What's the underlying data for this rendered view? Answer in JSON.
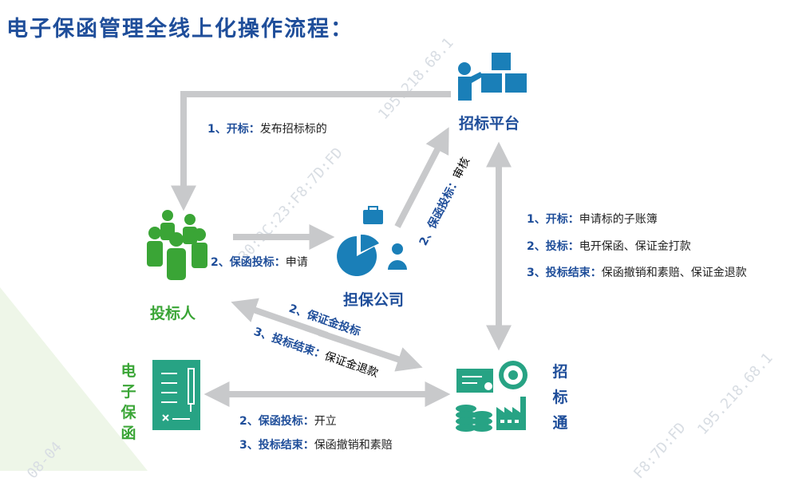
{
  "title": "电子保函管理全线上化操作流程：",
  "watermark": {
    "text_full": "195.218.68.1",
    "text_mac": "30:9C:23:F8:7D:FD",
    "text_date": "08-04",
    "text_mac_end": "F8:7D:FD"
  },
  "nodes": {
    "platform": "招标平台",
    "bidder": "投标人",
    "guarantor": "担保公司",
    "guarantee": [
      "电",
      "子",
      "保",
      "函"
    ],
    "zbt": [
      "招",
      "标",
      "通"
    ]
  },
  "labels": {
    "open_bid": {
      "head": "1、开标：",
      "text": "发布招标标的"
    },
    "bidder_guarantee": {
      "head": "2、保函投标：",
      "text": "申请"
    },
    "guarantor_review": {
      "head": "2、保函投标：",
      "text": "审核"
    },
    "deposit_bid": {
      "head": "2、保证金投标",
      "text": ""
    },
    "bid_end_refund": {
      "head": "3、投标结束：",
      "text": "保证金退款"
    },
    "platform_zbt": [
      {
        "head": "1、开标：",
        "text": "申请标的子账簿"
      },
      {
        "head": "2、投标：",
        "text": "电开保函、保证金打款"
      },
      {
        "head": "3、投标结束：",
        "text": "保函撤销和素赔、保证金退款"
      }
    ],
    "guarantee_zbt": [
      {
        "head": "2、保函投标：",
        "text": "开立"
      },
      {
        "head": "3、投标结束：",
        "text": "保函撤销和素赔"
      }
    ]
  },
  "colors": {
    "title_blue": "#1f4e9a",
    "icon_blue": "#1a7fb8",
    "icon_green": "#3aa536",
    "teal": "#27a384",
    "arrow_gray": "#c8c9cb",
    "corner_green": "#eef6e8"
  }
}
